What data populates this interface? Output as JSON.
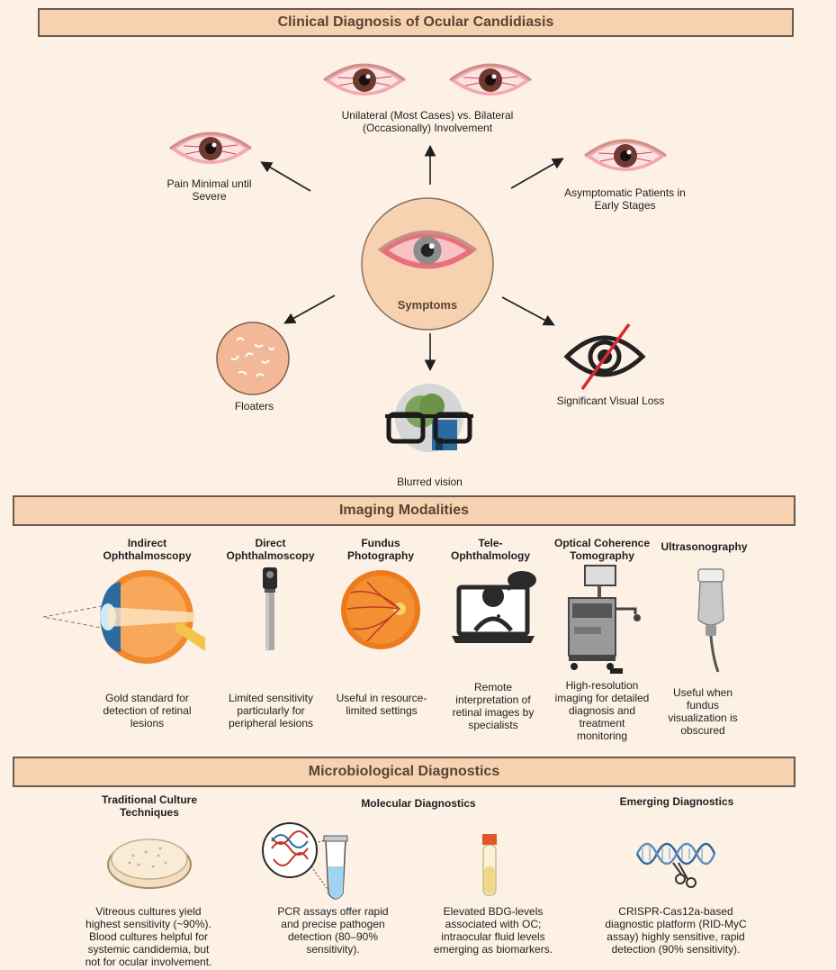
{
  "sections": {
    "clinical": "Clinical Diagnosis of Ocular Candidiasis",
    "imaging": "Imaging Modalities",
    "micro": "Microbiological Diagnostics"
  },
  "symptoms": {
    "center": "Symptoms",
    "unilateral": "Unilateral (Most Cases) vs. Bilateral (Occasionally) Involvement",
    "pain": "Pain Minimal until Severe",
    "asymptomatic": "Asymptomatic Patients in Early Stages",
    "floaters": "Floaters",
    "blurred": "Blurred vision",
    "visual_loss": "Significant Visual Loss"
  },
  "imaging": [
    {
      "title": "Indirect Ophthalmoscopy",
      "desc": "Gold standard for detection of retinal lesions"
    },
    {
      "title": "Direct Ophthalmoscopy",
      "desc": "Limited sensitivity particularly for peripheral lesions"
    },
    {
      "title": "Fundus Photography",
      "desc": "Useful in resource-limited settings"
    },
    {
      "title": "Tele-Ophthalmology",
      "desc": "Remote interpretation of retinal images by specialists"
    },
    {
      "title": "Optical Coherence Tomography",
      "desc": "High-resolution imaging for detailed diagnosis and treatment monitoring"
    },
    {
      "title": "Ultrasonography",
      "desc": "Useful when fundus visualization is obscured"
    }
  ],
  "micro": {
    "traditional_title": "Traditional Culture Techniques",
    "traditional_desc": "Vitreous cultures yield highest sensitivity (~90%). Blood cultures helpful for systemic candidemia, but not for ocular involvement.",
    "molecular_title": "Molecular Diagnostics",
    "pcr_desc": "PCR assays offer rapid and precise pathogen detection (80–90% sensitivity).",
    "bdg_desc": "Elevated BDG-levels associated with OC; intraocular fluid levels emerging as biomarkers.",
    "emerging_title": "Emerging Diagnostics",
    "emerging_desc": "CRISPR-Cas12a-based diagnostic platform (RID-MyC assay) highly sensitive, rapid detection (90% sensitivity)."
  },
  "colors": {
    "banner": "#f7d2b0",
    "background": "#fdf0e4",
    "eye_red": "#e7707a"
  }
}
